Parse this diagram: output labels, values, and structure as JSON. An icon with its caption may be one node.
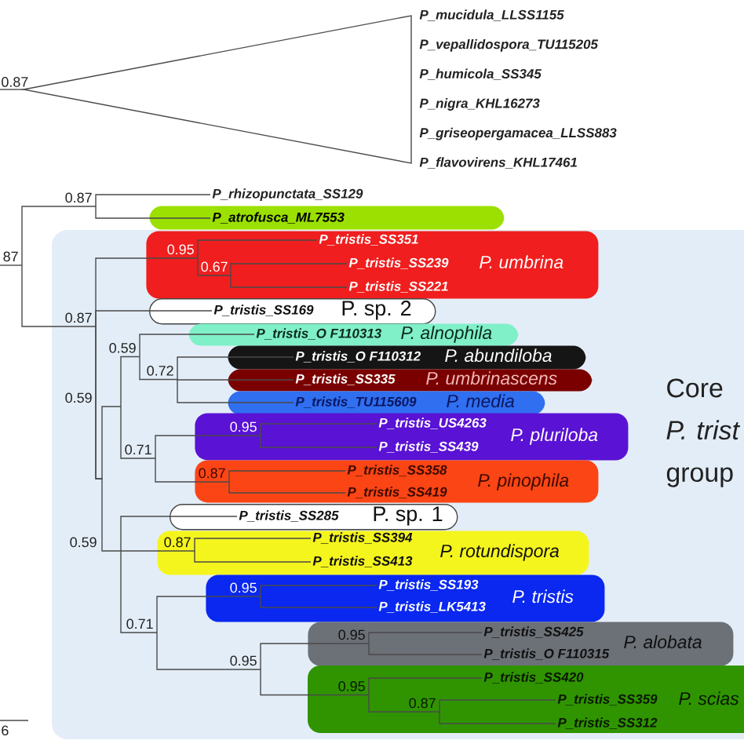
{
  "diagram": {
    "nodes": [
      {
        "text": [],
        "shape": "triangle",
        "beside": [
          "P_mucidula_LLSS1155",
          "P_vepallidospora_TU115205",
          "P_humicola_SS345",
          "P_nigra_KHL16273",
          "P_griseopergamacea_LLSS883",
          "P_flavovirens_KHL17461"
        ]
      },
      {
        "text": [
          "87"
        ]
      },
      {
        "text": [
          "0.87"
        ]
      },
      {
        "text": [
          "P_rhizopunctata_SS129"
        ]
      },
      {
        "text": [],
        "shape": "band"
      },
      {
        "text": [
          "P_atrofusca_ML7553"
        ],
        "in": 4
      },
      {
        "text": [
          "Core *P. trist* group"
        ]
      },
      {
        "text": [
          "0.87"
        ],
        "in": 6
      },
      {
        "text": [
          "P. umbrina"
        ],
        "in": 6
      },
      {
        "text": [
          "0.95"
        ],
        "in": 8
      },
      {
        "text": [
          "P_tristis_SS351"
        ],
        "in": 8
      },
      {
        "text": [
          "0.67"
        ],
        "in": 8
      },
      {
        "text": [
          "P_tristis_SS239"
        ],
        "in": 8
      },
      {
        "text": [
          "P_tristis_SS221"
        ],
        "in": 8
      },
      {
        "text": [
          "P. sp. 2"
        ],
        "in": 6
      },
      {
        "text": [
          "P_tristis_SS169"
        ],
        "in": 14
      },
      {
        "text": [
          "0.59"
        ],
        "in": 6
      },
      {
        "text": [
          "0.59"
        ],
        "in": 6
      },
      {
        "text": [
          "P. alnophila"
        ],
        "in": 6
      },
      {
        "text": [
          "P_tristis_O F110313"
        ],
        "in": 18
      },
      {
        "text": [
          "0.72"
        ],
        "in": 6
      },
      {
        "text": [
          "P. abundiloba"
        ],
        "in": 6
      },
      {
        "text": [
          "P_tristis_O F110312"
        ],
        "in": 21
      },
      {
        "text": [
          "P. umbrinascens"
        ],
        "in": 6
      },
      {
        "text": [
          "P_tristis_SS335"
        ],
        "in": 23
      },
      {
        "text": [
          "P. media"
        ],
        "in": 6
      },
      {
        "text": [
          "P_tristis_TU115609"
        ],
        "in": 25
      },
      {
        "text": [
          "0.71"
        ],
        "in": 6
      },
      {
        "text": [
          "P. pluriloba"
        ],
        "in": 6
      },
      {
        "text": [
          "0.95"
        ],
        "in": 28
      },
      {
        "text": [
          "P_tristis_US4263"
        ],
        "in": 28
      },
      {
        "text": [
          "P_tristis_SS439"
        ],
        "in": 28
      },
      {
        "text": [
          "P. pinophila"
        ],
        "in": 6
      },
      {
        "text": [
          "0.87"
        ],
        "in": 32
      },
      {
        "text": [
          "P_tristis_SS358"
        ],
        "in": 32
      },
      {
        "text": [
          "P_tristis_SS419"
        ],
        "in": 32
      },
      {
        "text": [
          "0.59"
        ],
        "in": 6
      },
      {
        "text": [
          "P. sp. 1"
        ],
        "in": 6
      },
      {
        "text": [
          "P_tristis_SS285"
        ],
        "in": 37
      },
      {
        "text": [
          "P. rotundispora"
        ],
        "in": 6
      },
      {
        "text": [
          "0.87"
        ],
        "in": 39
      },
      {
        "text": [
          "P_tristis_SS394"
        ],
        "in": 39
      },
      {
        "text": [
          "P_tristis_SS413"
        ],
        "in": 39
      },
      {
        "text": [
          "0.71"
        ],
        "in": 6
      },
      {
        "text": [
          "P. tristis"
        ],
        "in": 6
      },
      {
        "text": [
          "0.95"
        ],
        "in": 44
      },
      {
        "text": [
          "P_tristis_SS193"
        ],
        "in": 44
      },
      {
        "text": [
          "P_tristis_LK5413"
        ],
        "in": 44
      },
      {
        "text": [
          "0.95"
        ],
        "in": 6
      },
      {
        "text": [
          "P. alobata"
        ],
        "in": 6
      },
      {
        "text": [
          "0.95"
        ],
        "in": 49
      },
      {
        "text": [
          "P_tristis_SS425"
        ],
        "in": 49
      },
      {
        "text": [
          "P_tristis_O F110315"
        ],
        "in": 49
      },
      {
        "text": [
          "P. scias"
        ],
        "in": 6
      },
      {
        "text": [
          "0.95"
        ],
        "in": 53
      },
      {
        "text": [
          "P_tristis_SS420"
        ],
        "in": 53
      },
      {
        "text": [
          "0.87"
        ],
        "in": 53
      },
      {
        "text": [
          "P_tristis_SS359"
        ],
        "in": 53
      },
      {
        "text": [
          "P_tristis_SS312"
        ],
        "in": 53
      }
    ],
    "edges": [
      {
        "from": null,
        "to": 0,
        "arrow": "none",
        "label": "0.87"
      },
      {
        "from": null,
        "to": 1,
        "arrow": "none"
      },
      {
        "from": 1,
        "to": 2,
        "arrow": "none"
      },
      {
        "from": 1,
        "to": 7,
        "arrow": "none"
      },
      {
        "from": 2,
        "to": 3,
        "arrow": "none"
      },
      {
        "from": 2,
        "to": 5,
        "arrow": "none"
      },
      {
        "from": 7,
        "to": 9,
        "arrow": "none"
      },
      {
        "from": 9,
        "to": 10,
        "arrow": "none"
      },
      {
        "from": 9,
        "to": 11,
        "arrow": "none"
      },
      {
        "from": 11,
        "to": 12,
        "arrow": "none"
      },
      {
        "from": 11,
        "to": 13,
        "arrow": "none"
      },
      {
        "from": 7,
        "to": 15,
        "arrow": "none"
      },
      {
        "from": 7,
        "to": 16,
        "arrow": "none"
      },
      {
        "from": 7,
        "to": 36,
        "arrow": "none"
      },
      {
        "from": 16,
        "to": 17,
        "arrow": "none"
      },
      {
        "from": 16,
        "to": 27,
        "arrow": "none"
      },
      {
        "from": 17,
        "to": 19,
        "arrow": "none"
      },
      {
        "from": 17,
        "to": 20,
        "arrow": "none"
      },
      {
        "from": 20,
        "to": 22,
        "arrow": "none"
      },
      {
        "from": 20,
        "to": 24,
        "arrow": "none"
      },
      {
        "from": 20,
        "to": 26,
        "arrow": "none"
      },
      {
        "from": 27,
        "to": 29,
        "arrow": "none"
      },
      {
        "from": 27,
        "to": 33,
        "arrow": "none"
      },
      {
        "from": 29,
        "to": 30,
        "arrow": "none"
      },
      {
        "from": 29,
        "to": 31,
        "arrow": "none"
      },
      {
        "from": 33,
        "to": 34,
        "arrow": "none"
      },
      {
        "from": 33,
        "to": 35,
        "arrow": "none"
      },
      {
        "from": 36,
        "to": 38,
        "arrow": "none"
      },
      {
        "from": 36,
        "to": 40,
        "arrow": "none"
      },
      {
        "from": 36,
        "to": 43,
        "arrow": "none"
      },
      {
        "from": 40,
        "to": 41,
        "arrow": "none"
      },
      {
        "from": 40,
        "to": 42,
        "arrow": "none"
      },
      {
        "from": 43,
        "to": 45,
        "arrow": "none"
      },
      {
        "from": 43,
        "to": 48,
        "arrow": "none"
      },
      {
        "from": 45,
        "to": 46,
        "arrow": "none"
      },
      {
        "from": 45,
        "to": 47,
        "arrow": "none"
      },
      {
        "from": 48,
        "to": 50,
        "arrow": "none"
      },
      {
        "from": 48,
        "to": 54,
        "arrow": "none"
      },
      {
        "from": 50,
        "to": 51,
        "arrow": "none"
      },
      {
        "from": 50,
        "to": 52,
        "arrow": "none"
      },
      {
        "from": 54,
        "to": 55,
        "arrow": "none"
      },
      {
        "from": 54,
        "to": 56,
        "arrow": "none"
      },
      {
        "from": 56,
        "to": 57,
        "arrow": "none"
      },
      {
        "from": 56,
        "to": 58,
        "arrow": "none"
      }
    ],
    "labels": [
      "6"
    ]
  }
}
